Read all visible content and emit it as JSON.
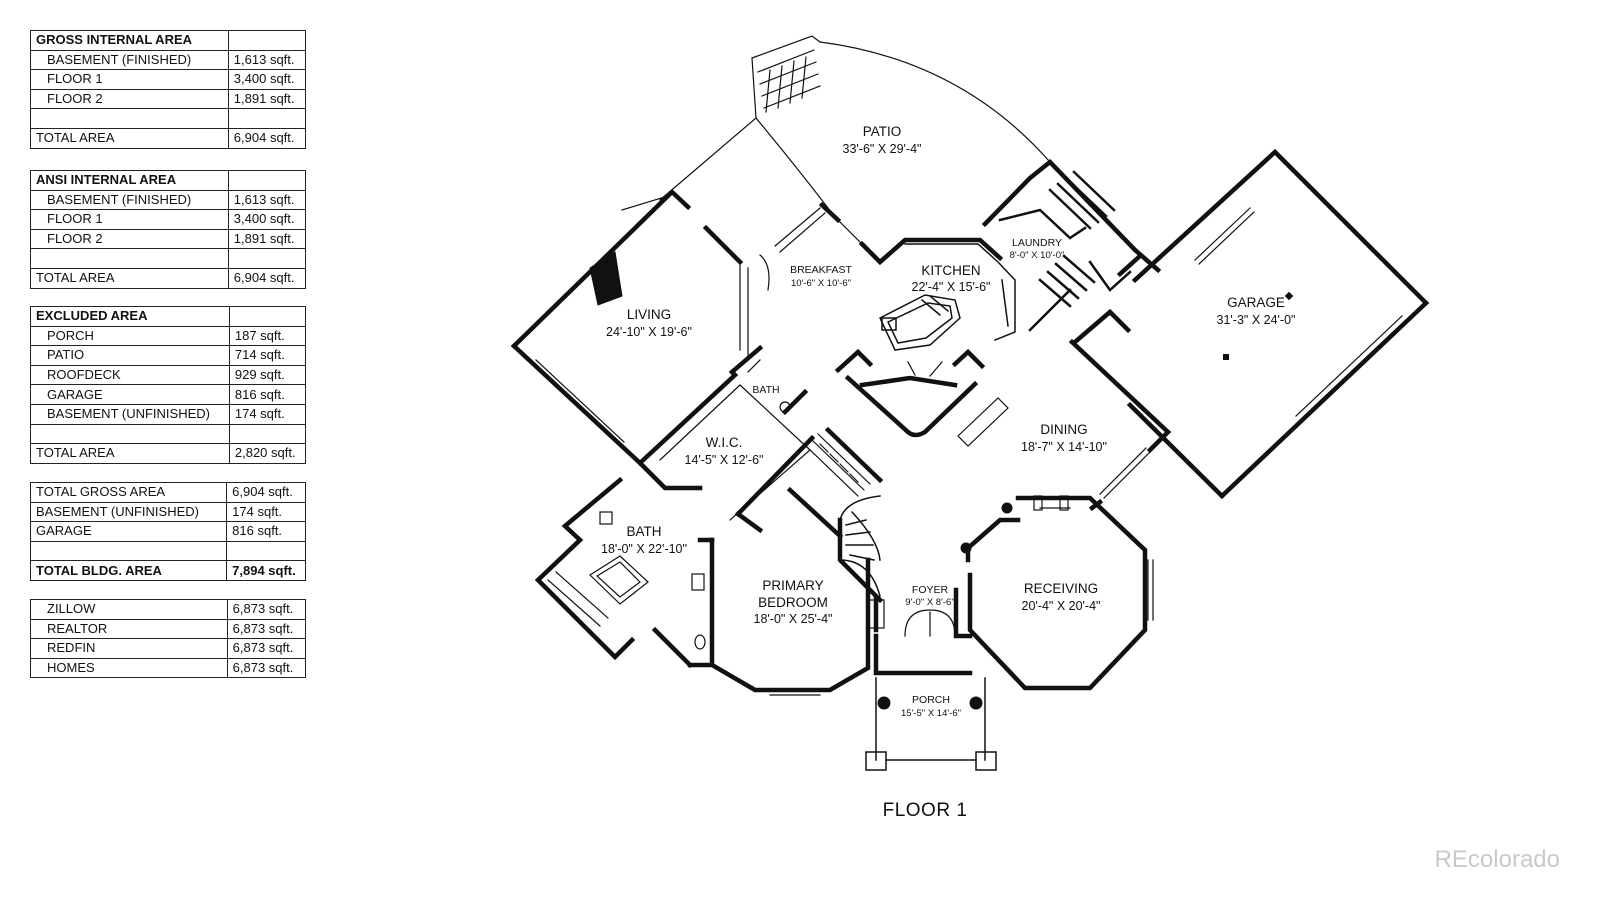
{
  "tables": {
    "gross": {
      "heading": "GROSS INTERNAL AREA",
      "rows": [
        {
          "label": "BASEMENT (FINISHED)",
          "value": "1,613 sqft."
        },
        {
          "label": "FLOOR 1",
          "value": "3,400 sqft."
        },
        {
          "label": "FLOOR 2",
          "value": "1,891 sqft."
        }
      ],
      "total": {
        "label": "TOTAL AREA",
        "value": "6,904 sqft."
      }
    },
    "ansi": {
      "heading": "ANSI INTERNAL AREA",
      "rows": [
        {
          "label": "BASEMENT (FINISHED)",
          "value": "1,613 sqft."
        },
        {
          "label": "FLOOR 1",
          "value": "3,400 sqft."
        },
        {
          "label": "FLOOR 2",
          "value": "1,891 sqft."
        }
      ],
      "total": {
        "label": "TOTAL AREA",
        "value": "6,904 sqft."
      }
    },
    "excluded": {
      "heading": "EXCLUDED AREA",
      "rows": [
        {
          "label": "PORCH",
          "value": "187 sqft."
        },
        {
          "label": "PATIO",
          "value": "714 sqft."
        },
        {
          "label": "ROOFDECK",
          "value": "929 sqft."
        },
        {
          "label": "GARAGE",
          "value": "816 sqft."
        },
        {
          "label": "BASEMENT (UNFINISHED)",
          "value": "174 sqft."
        }
      ],
      "total": {
        "label": "TOTAL AREA",
        "value": "2,820 sqft."
      }
    },
    "summary": {
      "rows": [
        {
          "label": "TOTAL GROSS AREA",
          "value": "6,904 sqft."
        },
        {
          "label": "BASEMENT (UNFINISHED)",
          "value": "174 sqft."
        },
        {
          "label": "GARAGE",
          "value": "816 sqft."
        }
      ],
      "total": {
        "label": "TOTAL BLDG. AREA",
        "value": "7,894 sqft."
      }
    },
    "estimates": {
      "rows": [
        {
          "label": "ZILLOW",
          "value": "6,873 sqft."
        },
        {
          "label": "REALTOR",
          "value": "6,873 sqft."
        },
        {
          "label": "REDFIN",
          "value": "6,873 sqft."
        },
        {
          "label": "HOMES",
          "value": "6,873 sqft."
        }
      ]
    }
  },
  "rooms": {
    "patio": {
      "name": "PATIO",
      "dim": "33'-6\" X 29'-4\""
    },
    "breakfast": {
      "name": "BREAKFAST",
      "dim": "10'-6\" X 10'-6\""
    },
    "kitchen": {
      "name": "KITCHEN",
      "dim": "22'-4\" X 15'-6\""
    },
    "laundry": {
      "name": "LAUNDRY",
      "dim": "8'-0\" X 10'-0\""
    },
    "garage": {
      "name": "GARAGE",
      "dim": "31'-3\" X 24'-0\""
    },
    "living": {
      "name": "LIVING",
      "dim": "24'-10\" X 19'-6\""
    },
    "bath_small": {
      "name": "BATH"
    },
    "wic": {
      "name": "W.I.C.",
      "dim": "14'-5\" X 12'-6\""
    },
    "dining": {
      "name": "DINING",
      "dim": "18'-7\" X 14'-10\""
    },
    "bath": {
      "name": "BATH",
      "dim": "18'-0\" X 22'-10\""
    },
    "primary": {
      "name1": "PRIMARY",
      "name2": "BEDROOM",
      "dim": "18'-0\" X 25'-4\""
    },
    "foyer": {
      "name": "FOYER",
      "dim": "9'-0\" X 8'-6\""
    },
    "receiving": {
      "name": "RECEIVING",
      "dim": "20'-4\" X 20'-4\""
    },
    "porch": {
      "name": "PORCH",
      "dim": "15'-5\" X 14'-6\""
    }
  },
  "floor_title": "FLOOR 1",
  "watermark": "REcolorado"
}
